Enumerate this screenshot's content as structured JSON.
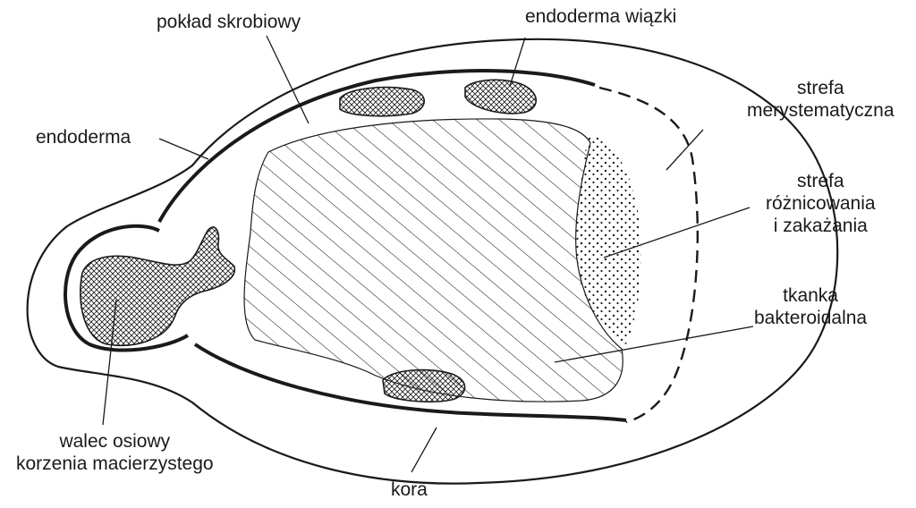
{
  "labels": {
    "starch_layer": "pokład skrobiowy",
    "bundle_endodermis": "endoderma wiązki",
    "endodermis": "endoderma",
    "meristem_zone": [
      "strefa",
      "merystematyczna"
    ],
    "differentiation_zone": [
      "strefa",
      "różnicowania",
      "i zakażania"
    ],
    "bacteroid_tissue": [
      "tkanka",
      "bakteroidalna"
    ],
    "central_cylinder": [
      "walec osiowy",
      "korzenia macierzystego"
    ],
    "cortex": "kora"
  },
  "colors": {
    "ink": "#1a1a1a",
    "background": "#ffffff"
  }
}
